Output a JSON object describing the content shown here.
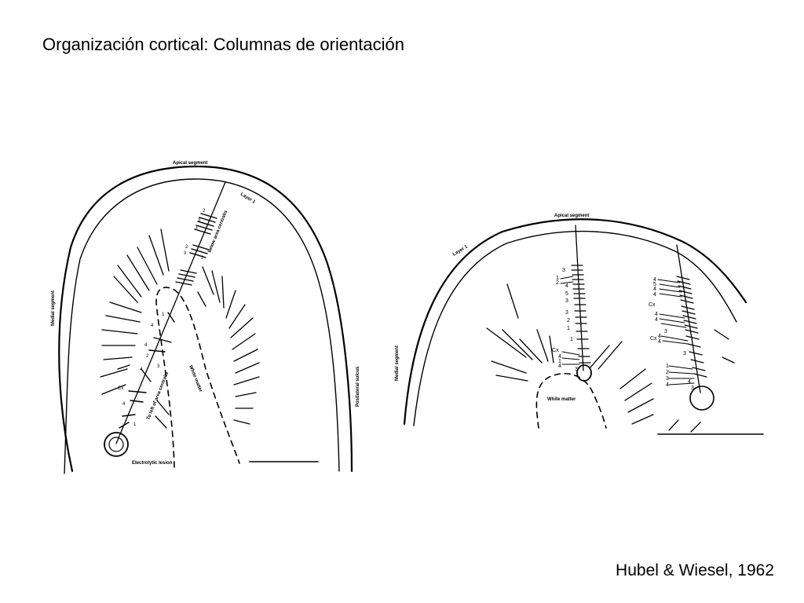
{
  "slide": {
    "title": "Organización cortical: Columnas de orientación",
    "citation": "Hubel & Wiesel, 1962"
  },
  "left_diagram": {
    "apical_segment": "Apical segment",
    "layer_1": "Layer 1",
    "medial_segment": "Medial segment",
    "postlateral_sulcus": "Postlateral sulcus",
    "white_matter": "White matter",
    "electrolytic_lesion": "Electrolytic lesion",
    "below_area_centralis": "below area centralis",
    "left_of_area_centralis": "To left of area centralis",
    "depth_markers": [
      "2",
      "3",
      "1",
      "2",
      "3",
      "2",
      "1",
      "4",
      "4",
      "2",
      "3",
      "4",
      "Cx",
      "4",
      "1"
    ]
  },
  "right_diagram": {
    "apical_segment": "Apical segment",
    "layer_1": "Layer 1",
    "medial_segment": "Medial segment",
    "white_matter": "White matter",
    "track1_labels": [
      "3",
      "1",
      "2",
      "4",
      "5",
      "3",
      "3",
      "2",
      "1",
      "1",
      "Cx",
      "4",
      "1",
      "4",
      "3"
    ],
    "track2_labels": [
      "4",
      "5",
      "4",
      "4",
      "Cx",
      "4",
      "4",
      "3",
      "Cx",
      "4",
      "4",
      "3",
      "1",
      "2",
      "3",
      "4",
      "4",
      "3"
    ]
  },
  "colors": {
    "ink": "#000000",
    "background": "#ffffff"
  }
}
